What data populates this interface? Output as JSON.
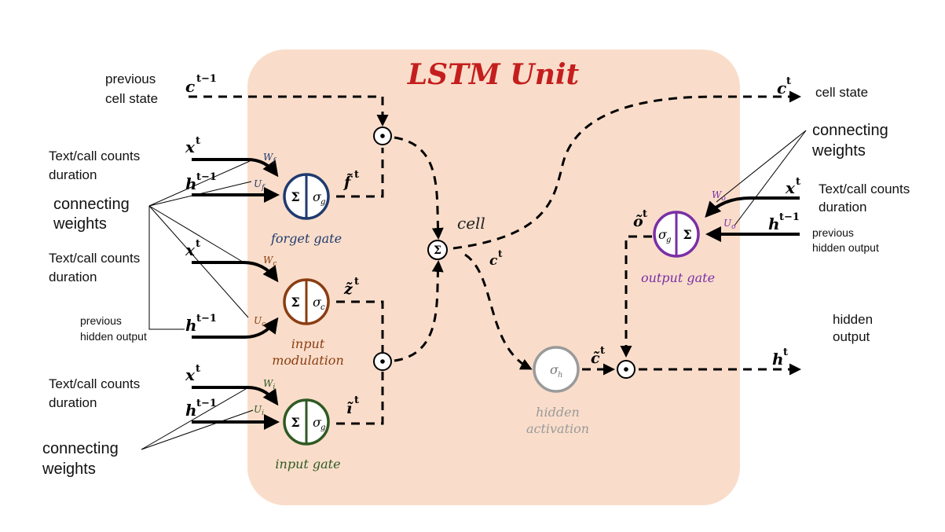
{
  "title": "LSTM Unit",
  "colors": {
    "panel": "#f9ddca",
    "forget": "#1f3a6e",
    "modulation": "#8a3d12",
    "input": "#2f5a23",
    "output": "#7a2fa6",
    "hidden": "#9a9a9a",
    "title": "#c41e1e"
  },
  "labels": {
    "prev_cell_state_1": "previous",
    "prev_cell_state_2": "cell state",
    "cell_state": "cell state",
    "text_call_1": "Text/call counts",
    "duration": "duration",
    "connecting": "connecting",
    "weights": "weights",
    "prev_hidden_1": "previous",
    "prev_hidden_2": "hidden output",
    "hidden_1": "hidden",
    "hidden_2": "output",
    "cell": "cell"
  },
  "symbols": {
    "c": "c",
    "x": "x",
    "h": "h",
    "t": "t",
    "t_minus_1": "t−1",
    "sigma": "Σ",
    "sigma_g": "σ",
    "sub_g": "g",
    "sub_c": "c",
    "sub_h": "h",
    "odot": "⊙",
    "f_tilde": "f̃",
    "z_tilde": "z̃",
    "i_tilde": "ĩ",
    "o_tilde": "õ",
    "c_tilde": "c̃"
  },
  "weights": {
    "wf": "W",
    "wf_sub": "f",
    "uf": "U",
    "uf_sub": "f",
    "wc": "W",
    "wc_sub": "c",
    "uc": "U",
    "uc_sub": "c",
    "wi": "W",
    "wi_sub": "i",
    "ui": "U",
    "ui_sub": "i",
    "wo": "W",
    "wo_sub": "o",
    "uo": "U",
    "uo_sub": "o"
  },
  "gates": {
    "forget_1": "forget gate",
    "modulation_1": "input",
    "modulation_2": "modulation",
    "input_1": "input gate",
    "output_1": "output gate",
    "hidden_act_1": "hidden",
    "hidden_act_2": "activation"
  }
}
